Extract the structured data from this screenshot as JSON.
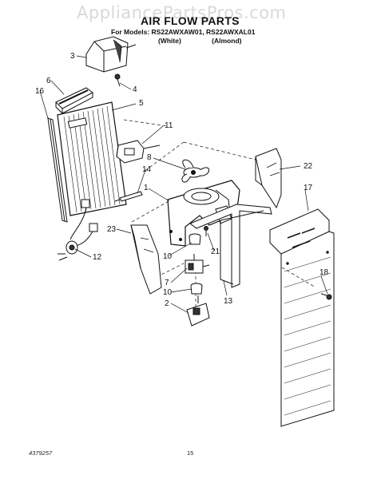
{
  "watermark": "AppliancePartsPros.com",
  "diagram": {
    "title": "AIR FLOW PARTS",
    "models_prefix": "For Models:",
    "models": "RS22AWXAW01, RS22AWXAL01",
    "variant_white": "(White)",
    "variant_almond": "(Almond)",
    "part_number": "4379257",
    "page_number": "15"
  },
  "callouts": [
    "3",
    "6",
    "16",
    "4",
    "5",
    "11",
    "8",
    "14",
    "1",
    "22",
    "17",
    "23",
    "21",
    "10",
    "12",
    "7",
    "10",
    "2",
    "18",
    "13"
  ]
}
